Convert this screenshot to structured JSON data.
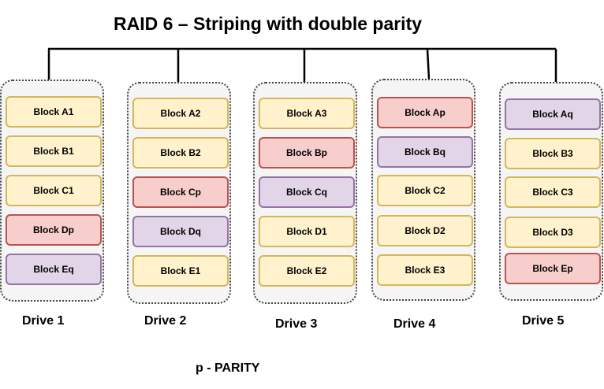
{
  "title": "RAID 6 – Striping with double parity",
  "legend": "p - PARITY",
  "colors": {
    "data": "#fff2cc",
    "parity_p": "#f8cecc",
    "parity_q": "#e1d5e7"
  },
  "drives": [
    {
      "label": "Drive 1",
      "blocks": [
        {
          "label": "Block A1",
          "kind": "yellow"
        },
        {
          "label": "Block B1",
          "kind": "yellow"
        },
        {
          "label": "Block C1",
          "kind": "yellow"
        },
        {
          "label": "Block Dp",
          "kind": "red"
        },
        {
          "label": "Block Eq",
          "kind": "purple"
        }
      ]
    },
    {
      "label": "Drive 2",
      "blocks": [
        {
          "label": "Block A2",
          "kind": "yellow"
        },
        {
          "label": "Block B2",
          "kind": "yellow"
        },
        {
          "label": "Block Cp",
          "kind": "red"
        },
        {
          "label": "Block Dq",
          "kind": "purple"
        },
        {
          "label": "Block E1",
          "kind": "yellow"
        }
      ]
    },
    {
      "label": "Drive 3",
      "blocks": [
        {
          "label": "Block A3",
          "kind": "yellow"
        },
        {
          "label": "Block Bp",
          "kind": "red"
        },
        {
          "label": "Block Cq",
          "kind": "purple"
        },
        {
          "label": "Block D1",
          "kind": "yellow"
        },
        {
          "label": "Block E2",
          "kind": "yellow"
        }
      ]
    },
    {
      "label": "Drive 4",
      "blocks": [
        {
          "label": "Block Ap",
          "kind": "red"
        },
        {
          "label": "Block Bq",
          "kind": "purple"
        },
        {
          "label": "Block C2",
          "kind": "yellow"
        },
        {
          "label": "Block D2",
          "kind": "yellow"
        },
        {
          "label": "Block E3",
          "kind": "yellow"
        }
      ]
    },
    {
      "label": "Drive 5",
      "blocks": [
        {
          "label": "Block Aq",
          "kind": "purple"
        },
        {
          "label": "Block B3",
          "kind": "yellow"
        },
        {
          "label": "Block C3",
          "kind": "yellow"
        },
        {
          "label": "Block D3",
          "kind": "yellow"
        },
        {
          "label": "Block Ep",
          "kind": "red"
        }
      ]
    }
  ]
}
